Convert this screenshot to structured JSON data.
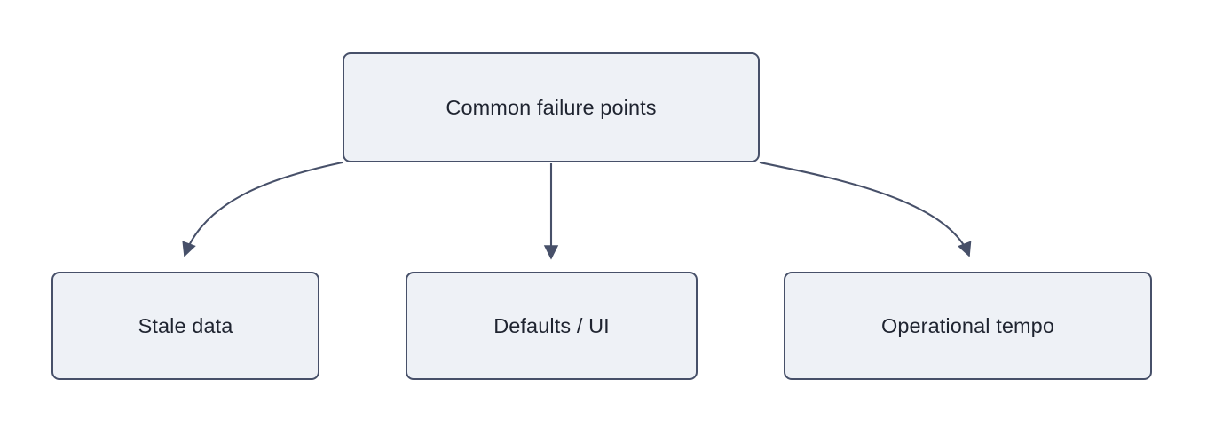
{
  "diagram": {
    "type": "flowchart-tree",
    "orientation": "top-down",
    "background_color": "#ffffff",
    "node_fill_color": "#eef1f6",
    "node_stroke_color": "#475069",
    "node_text_color": "#1f2430",
    "edge_color": "#475069",
    "root": {
      "id": "root",
      "label": "Common failure points"
    },
    "children": [
      {
        "id": "stale-data",
        "label": "Stale data"
      },
      {
        "id": "defaults-ui",
        "label": "Defaults / UI"
      },
      {
        "id": "operational-tempo",
        "label": "Operational tempo"
      }
    ],
    "edges": [
      {
        "id": "edge-root-stale-data",
        "from": "root",
        "to": "stale-data",
        "shape": "curved",
        "arrowhead": "filled-triangle"
      },
      {
        "id": "edge-root-defaults-ui",
        "from": "root",
        "to": "defaults-ui",
        "shape": "straight",
        "arrowhead": "filled-triangle"
      },
      {
        "id": "edge-root-operational-tempo",
        "from": "root",
        "to": "operational-tempo",
        "shape": "curved",
        "arrowhead": "filled-triangle"
      }
    ]
  }
}
